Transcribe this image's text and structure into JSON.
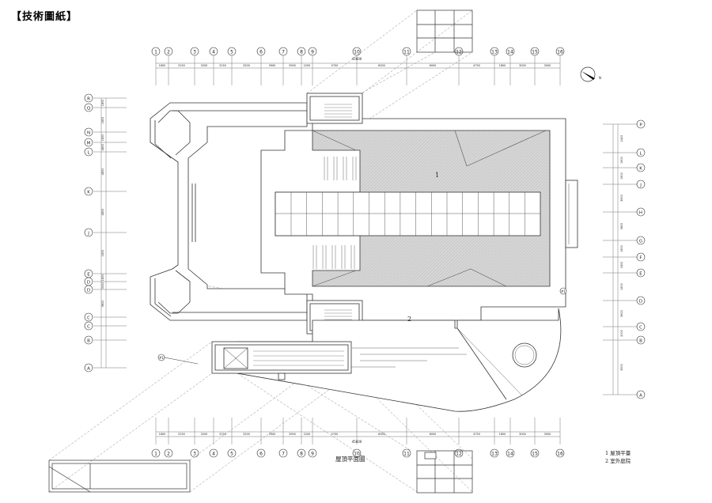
{
  "header": {
    "title": "【技術圖紙】"
  },
  "drawing": {
    "caption": "屋頂平面圖",
    "legend": [
      "1 屋頂平臺",
      "2 室外庭院"
    ],
    "zone_labels": [
      "1",
      "2"
    ],
    "north_mark": "N",
    "grid_columns": [
      "1",
      "2",
      "3",
      "4",
      "5",
      "6",
      "7",
      "8",
      "9",
      "10",
      "11",
      "12",
      "13",
      "14",
      "15",
      "16"
    ],
    "column_dims": [
      "1800",
      "3150",
      "3200",
      "3150",
      "3200",
      "3900",
      "3900",
      "2200",
      "5700",
      "6000",
      "6000",
      "4750",
      "1800",
      "3000",
      "3000"
    ],
    "overall_dim": "45600",
    "left_rows": [
      "R",
      "Q",
      "N",
      "M",
      "L",
      "K",
      "J",
      "E",
      "D",
      "C",
      "B",
      "A"
    ],
    "left_row_labels_shown": [
      "R",
      "Q",
      "M",
      "N",
      "L",
      "K",
      "J",
      "E",
      "D",
      "C",
      "B"
    ],
    "right_rows": [
      "P",
      "L",
      "K",
      "J",
      "H",
      "G",
      "F",
      "E",
      "D",
      "C",
      "B",
      "A"
    ],
    "right_dims": [
      "2400",
      "1800",
      "1800",
      "3600",
      "3600",
      "1800",
      "1800",
      "1800",
      "3600",
      "3000",
      "3900"
    ],
    "left_dims": [
      "1800",
      "1800",
      "1800",
      "4800",
      "4800",
      "4800",
      "1800",
      "1800",
      "3000",
      "3600"
    ],
    "small_marks": [
      "#1",
      "#1"
    ]
  }
}
